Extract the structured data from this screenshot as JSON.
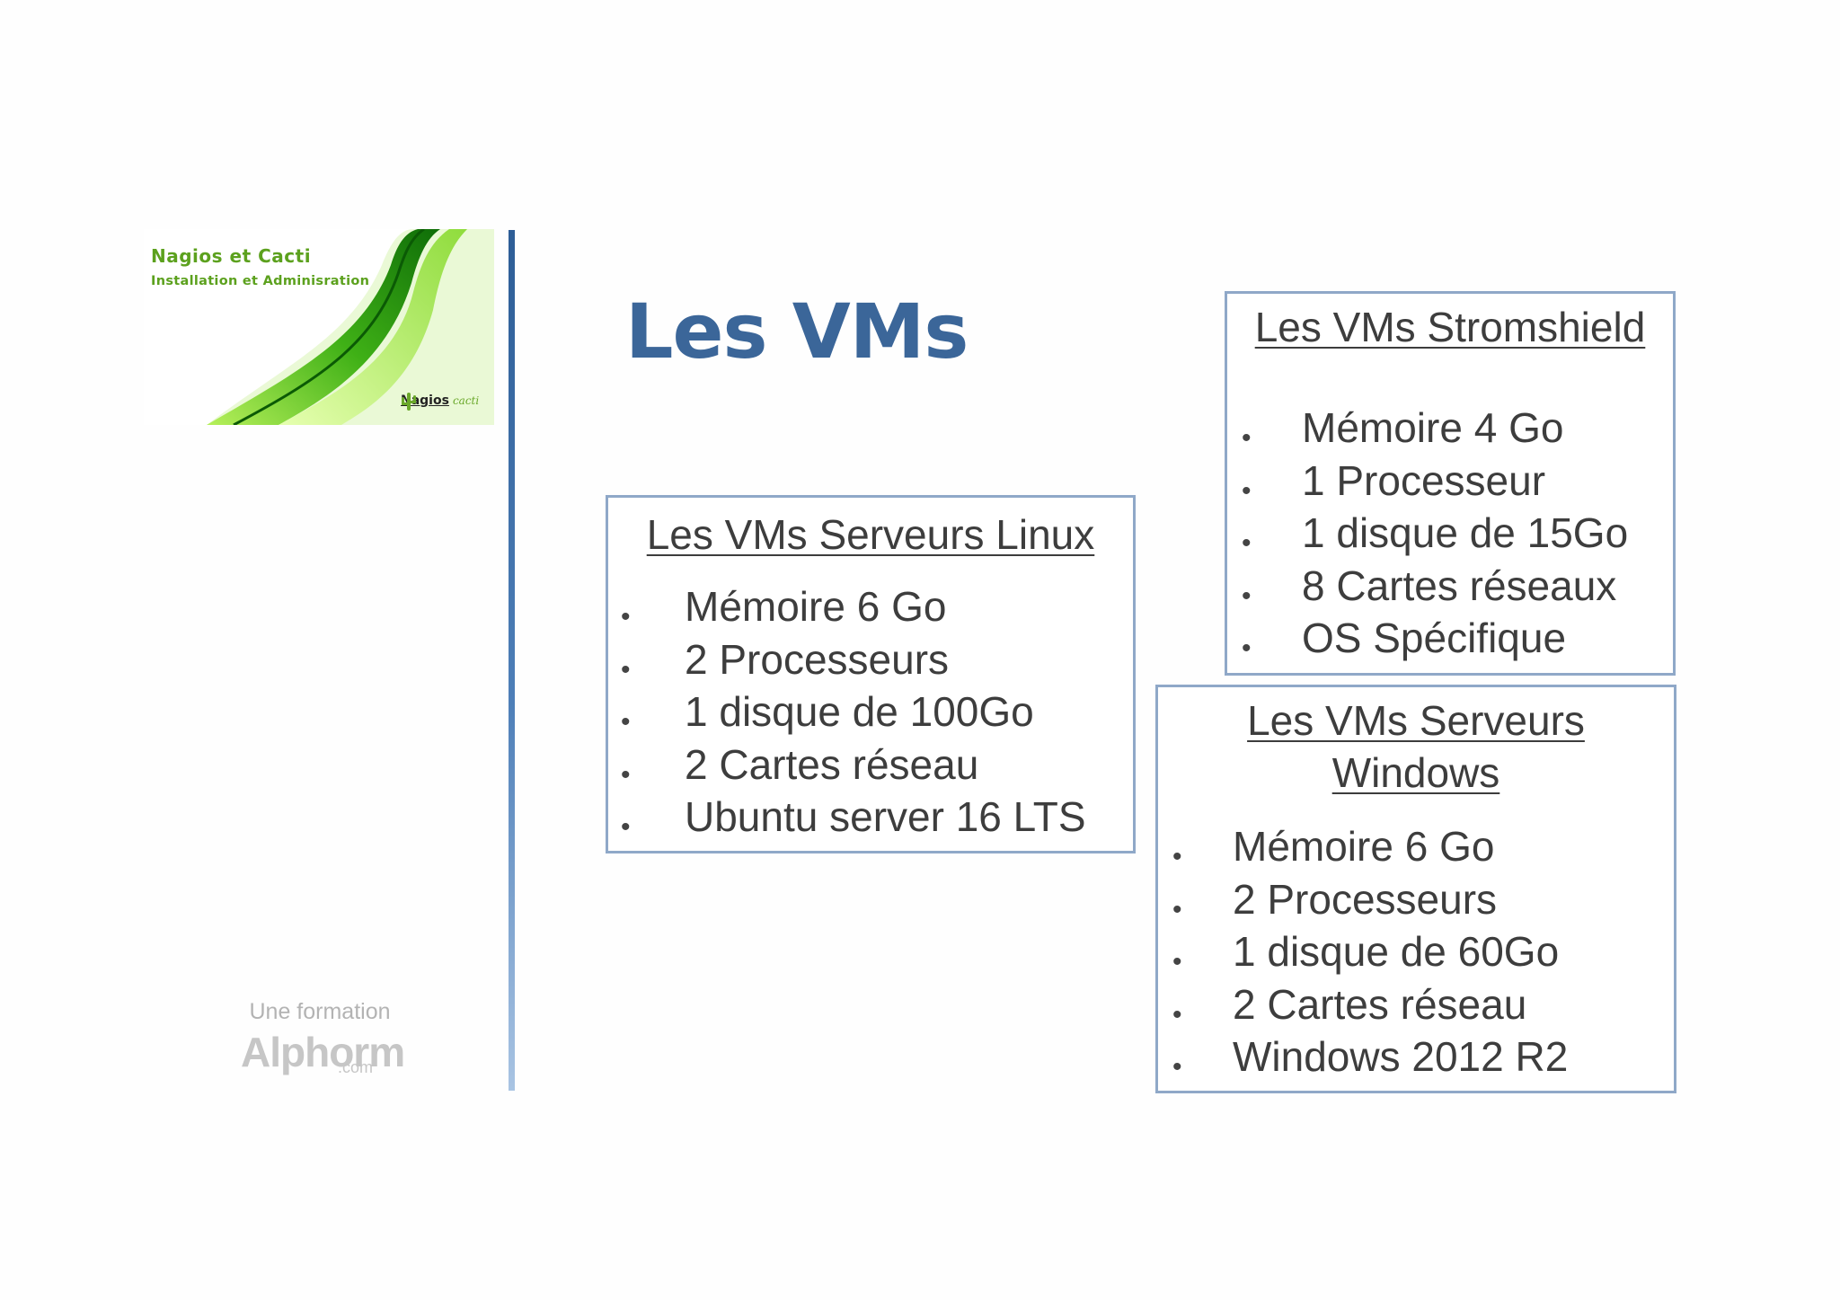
{
  "banner": {
    "title": "Nagios et Cacti",
    "subtitle": "Installation et Adminisration",
    "logo_nagios": "Nagios",
    "logo_cacti": "cacti",
    "accent_color": "#5ca11e"
  },
  "title": "Les VMs",
  "boxes": {
    "linux": {
      "heading": "Les VMs Serveurs Linux",
      "items": [
        "Mémoire 6 Go",
        "2 Processeurs",
        "1 disque de 100Go",
        "2 Cartes réseau",
        "Ubuntu server 16 LTS"
      ]
    },
    "stormshield": {
      "heading": "Les VMs Stromshield",
      "items": [
        "Mémoire 4 Go",
        "1 Processeur",
        "1 disque de 15Go",
        "8 Cartes réseaux",
        "OS Spécifique"
      ]
    },
    "windows": {
      "heading_line1": "Les VMs Serveurs",
      "heading_line2": "Windows",
      "items": [
        "Mémoire 6 Go",
        "2 Processeurs",
        "1 disque de 60Go",
        "2 Cartes réseau",
        "Windows 2012 R2"
      ]
    }
  },
  "footer": {
    "formation": "Une formation",
    "brand": "Alphorm",
    "brand_suffix": ".com"
  },
  "bullet": "•",
  "colors": {
    "title": "#3b6699",
    "box_border": "#8fa8c8",
    "text": "#3d3d3d"
  }
}
